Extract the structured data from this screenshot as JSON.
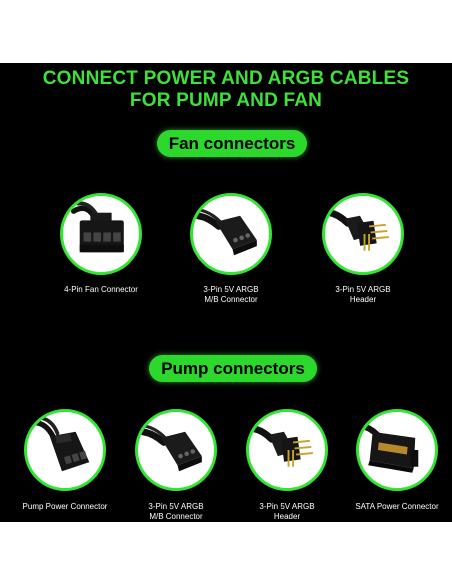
{
  "title": {
    "line1": "CONNECT POWER AND ARGB CABLES",
    "line2": "FOR PUMP AND FAN"
  },
  "fan_section": {
    "heading": "Fan connectors",
    "items": [
      {
        "line1": "4-Pin Fan Connector",
        "line2": "",
        "icon": "4-pin-fan-connector-icon"
      },
      {
        "line1": "3-Pin 5V ARGB",
        "line2": "M/B Connector",
        "icon": "argb-mb-connector-icon"
      },
      {
        "line1": "3-Pin 5V ARGB",
        "line2": "Header",
        "icon": "argb-header-icon"
      }
    ]
  },
  "pump_section": {
    "heading": "Pump connectors",
    "items": [
      {
        "line1": "Pump Power Connector",
        "line2": "",
        "icon": "pump-power-connector-icon"
      },
      {
        "line1": "3-Pin 5V ARGB",
        "line2": "M/B Connector",
        "icon": "argb-mb-connector-icon"
      },
      {
        "line1": "3-Pin 5V ARGB",
        "line2": "Header",
        "icon": "argb-header-icon"
      },
      {
        "line1": "SATA Power Connector",
        "line2": "",
        "icon": "sata-power-connector-icon"
      }
    ]
  },
  "colors": {
    "accent": "#2bd82b",
    "title": "#3fe03a",
    "background": "#000000"
  }
}
